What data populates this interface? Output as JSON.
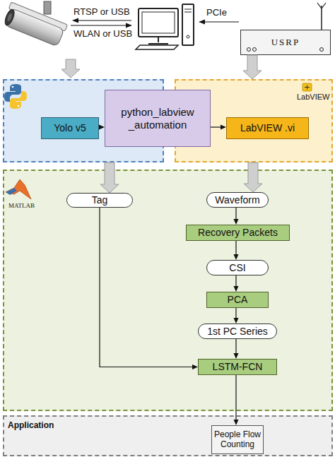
{
  "diagram": {
    "nodes": [
      {
        "text": [
          "USRP"
        ]
      },
      {
        "text": []
      },
      {
        "text": [
          "Yolo v5"
        ],
        "in": 1
      },
      {
        "text": [
          "python_labview _automation"
        ]
      },
      {
        "text": [
          "LabVIEW"
        ]
      },
      {
        "text": [
          "LabVIEW .vi"
        ],
        "in": 4
      },
      {
        "text": [
          "MATLAB"
        ]
      },
      {
        "text": [
          "Tag"
        ],
        "in": 6
      },
      {
        "text": [
          "Waveform"
        ],
        "in": 6
      },
      {
        "text": [
          "Recovery Packets"
        ],
        "in": 6
      },
      {
        "text": [
          "CSI"
        ],
        "in": 6
      },
      {
        "text": [
          "PCA"
        ],
        "in": 6
      },
      {
        "text": [
          "1st PC Series"
        ],
        "in": 6
      },
      {
        "text": [
          "LSTM-FCN"
        ],
        "in": 6
      },
      {
        "text": [
          "Application"
        ]
      },
      {
        "text": [
          "People Flow Counting"
        ],
        "in": 14
      }
    ],
    "edges": [
      {
        "from": 0,
        "to": 4,
        "arrow": "to"
      },
      {
        "from": 2,
        "to": 3,
        "arrow": "to"
      },
      {
        "from": 3,
        "to": 5,
        "arrow": "to"
      },
      {
        "from": 1,
        "to": 7,
        "arrow": "to"
      },
      {
        "from": 4,
        "to": 8,
        "arrow": "to"
      },
      {
        "from": 8,
        "to": 9,
        "arrow": "to"
      },
      {
        "from": 9,
        "to": 10,
        "arrow": "to"
      },
      {
        "from": 10,
        "to": 11,
        "arrow": "to"
      },
      {
        "from": 11,
        "to": 12,
        "arrow": "to"
      },
      {
        "from": 12,
        "to": 13,
        "arrow": "to"
      },
      {
        "from": 7,
        "to": 13,
        "arrow": "to"
      },
      {
        "from": 13,
        "to": 15,
        "arrow": "to"
      }
    ],
    "labels": [
      "RTSP or USB",
      "WLAN or USB",
      "PCIe"
    ]
  }
}
